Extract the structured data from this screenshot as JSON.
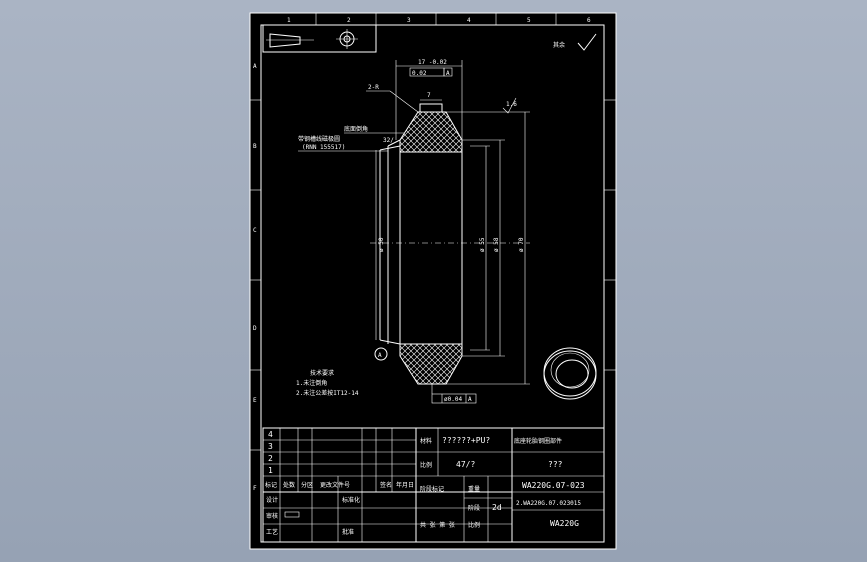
{
  "colors": {
    "background": "#9ea9bb",
    "paper": "#000000",
    "ink": "#ffffff"
  },
  "zones": {
    "top": [
      "1",
      "2",
      "3",
      "4",
      "5",
      "6"
    ],
    "left": [
      "A",
      "B",
      "C",
      "D",
      "E",
      "F"
    ]
  },
  "dimensions": {
    "width_top": "17 -0.02",
    "parallel_tol": "0.02",
    "datum_a": "A",
    "groove": "7",
    "chamfer": "2-R",
    "dia_50": "ø 50",
    "dia_55": "ø 55",
    "dia_58": "ø 58",
    "dia_70": "ø 70",
    "runout": "ø0.04",
    "surface_small": "32/",
    "surface_big": "1.6"
  },
  "callouts": {
    "part_a": "底面倒角",
    "part_b_line1": "带钢槽线磁极圆",
    "part_b_line2": "(RNN 155517)"
  },
  "notes": {
    "title": "技术要求",
    "line1": "1.未注倒角",
    "line2": "2.未注公差按IT12-14"
  },
  "title_block": {
    "row_numbers": [
      "4",
      "3",
      "2",
      "1"
    ],
    "material_label": "材料",
    "material_value": "??????+PU?",
    "scale_label": "比例",
    "scale_value": "47/?",
    "part_name": "底座轮胎钢圈部件",
    "quantity": "???",
    "drawing_no": "WA220G.07-023",
    "assembly_no": "2.WA220G.07.023015",
    "model": "WA220G",
    "stage_label": "阶段",
    "stage_value": "2d",
    "header_cols": [
      "标记",
      "处数",
      "分区",
      "更改文件号",
      "签名",
      "年月日"
    ],
    "row_designer": "设计",
    "row_check": "审核",
    "row_process": "工艺",
    "row_std": "标准化",
    "row_approve": "批准",
    "mark_cols": [
      "阶段标记",
      "重量",
      "比例"
    ],
    "sheet": "共 张 第 张",
    "std_label": "标准化"
  },
  "roughness_corner": "其余"
}
